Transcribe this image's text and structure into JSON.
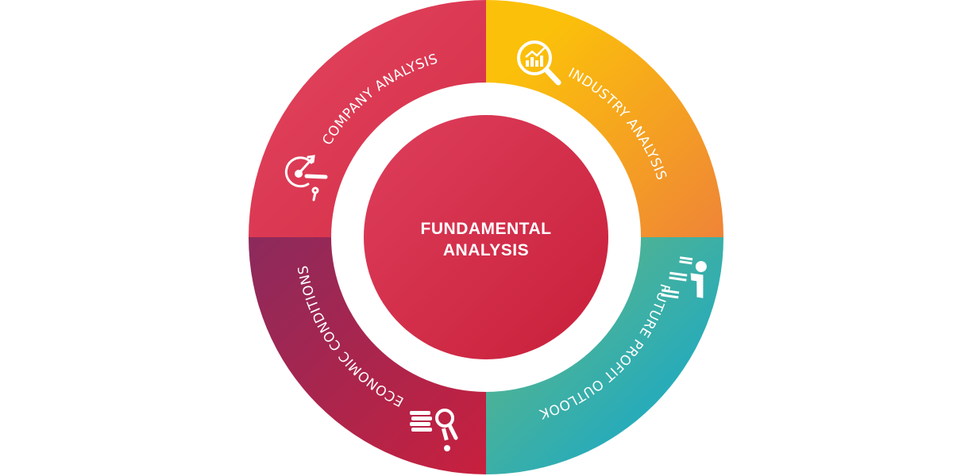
{
  "center": {
    "line1": "FUNDAMENTAL",
    "line2": "ANALYSIS"
  },
  "segments": [
    {
      "label": "COMPANY ANALYSIS",
      "icon": "target-clock-icon",
      "colors": [
        "#e3455f",
        "#d42e48"
      ]
    },
    {
      "label": "INDUSTRY ANALYSIS",
      "icon": "magnifier-chart-icon",
      "colors": [
        "#fbc00a",
        "#ef8438"
      ]
    },
    {
      "label": "FUTURE PROFIT OUTLOOK",
      "icon": "person-at-desk-icon",
      "colors": [
        "#6cb77a",
        "#1eaac2"
      ]
    },
    {
      "label": "ECONOMIC CONDITIONS",
      "icon": "coins-magnifier-icon",
      "colors": [
        "#8c2a5c",
        "#c8203e"
      ]
    }
  ],
  "center_colors": [
    "#de3f5c",
    "#c81f3a"
  ]
}
